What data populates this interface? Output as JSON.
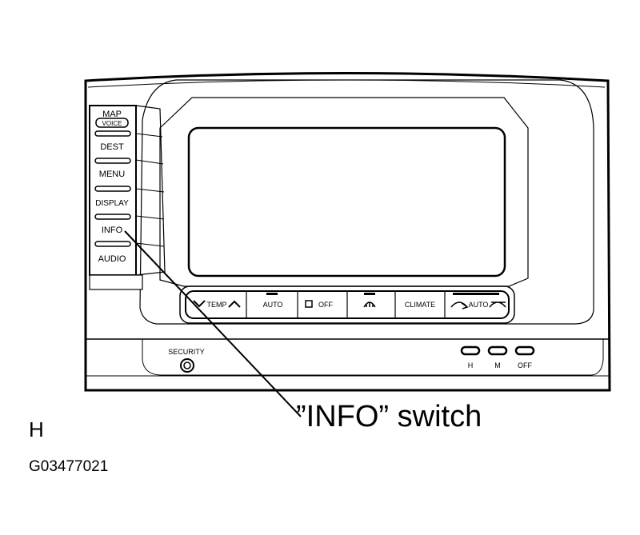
{
  "left_buttons": [
    "MAP",
    "VOICE",
    "DEST",
    "MENU",
    "DISPLAY",
    "INFO",
    "AUDIO"
  ],
  "climate_bar": {
    "temp": "TEMP",
    "auto": "AUTO",
    "off": "OFF",
    "climate": "CLIMATE",
    "auto_right": "AUTO"
  },
  "security_label": "SECURITY",
  "seat_heater": [
    "H",
    "M",
    "OFF"
  ],
  "callout_text": "”INFO” switch",
  "corner_letter": "H",
  "figure_id": "G03477021"
}
